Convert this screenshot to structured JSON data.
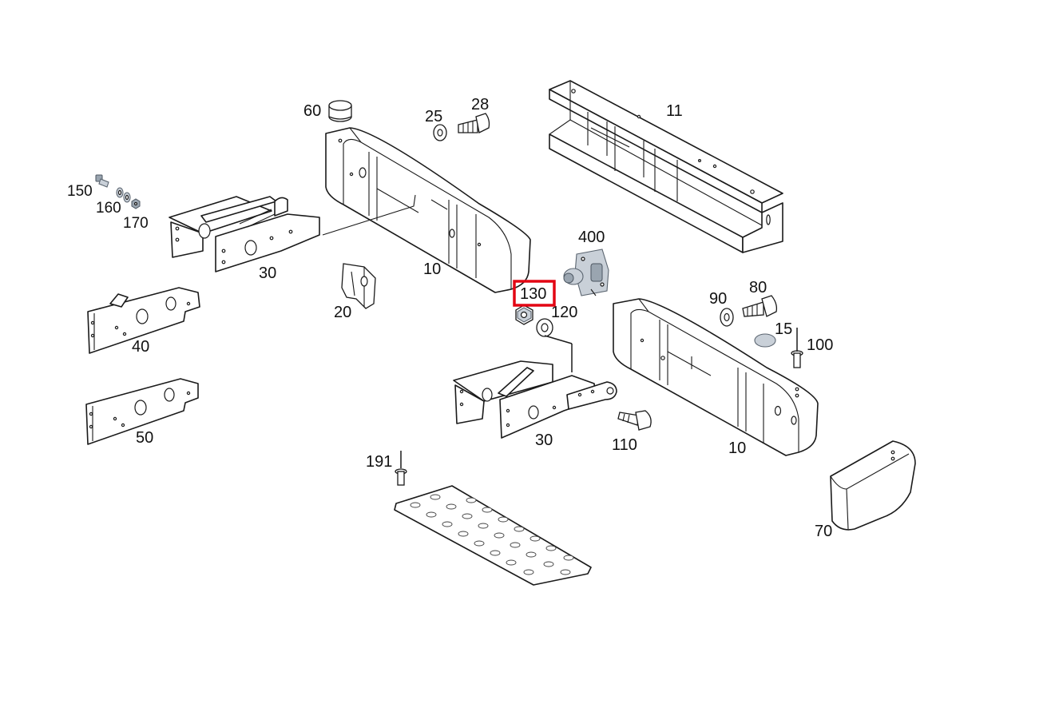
{
  "diagram": {
    "highlight": {
      "label": "130",
      "color": "#e30613"
    },
    "callouts": {
      "p60": "60",
      "p25": "25",
      "p28": "28",
      "p11": "11",
      "p150": "150",
      "p160": "160",
      "p170": "170",
      "p30_left": "30",
      "p10_left": "10",
      "p20": "20",
      "p40": "40",
      "p50": "50",
      "p400": "400",
      "p130": "130",
      "p120": "120",
      "p90": "90",
      "p80": "80",
      "p15": "15",
      "p100": "100",
      "p30_right": "30",
      "p110": "110",
      "p10_right": "10",
      "p191": "191",
      "p70": "70"
    }
  }
}
